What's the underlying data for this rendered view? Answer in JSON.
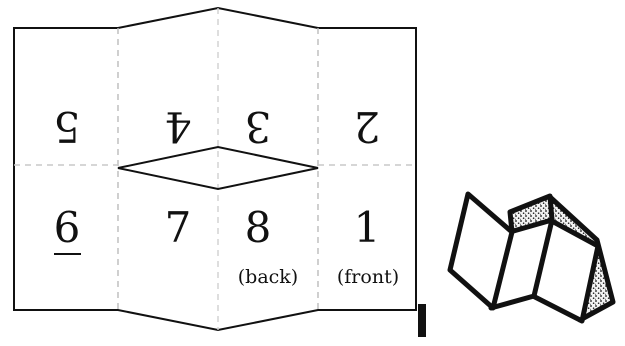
{
  "diagram": {
    "panels_top": [
      "5",
      "4",
      "3",
      "2"
    ],
    "panels_bottom": [
      "6",
      "7",
      "8",
      "1"
    ],
    "captions": {
      "back": "(back)",
      "front": "(front)"
    }
  },
  "colors": {
    "line": "#111111",
    "fold": "#c4c4c4",
    "background": "#ffffff"
  }
}
